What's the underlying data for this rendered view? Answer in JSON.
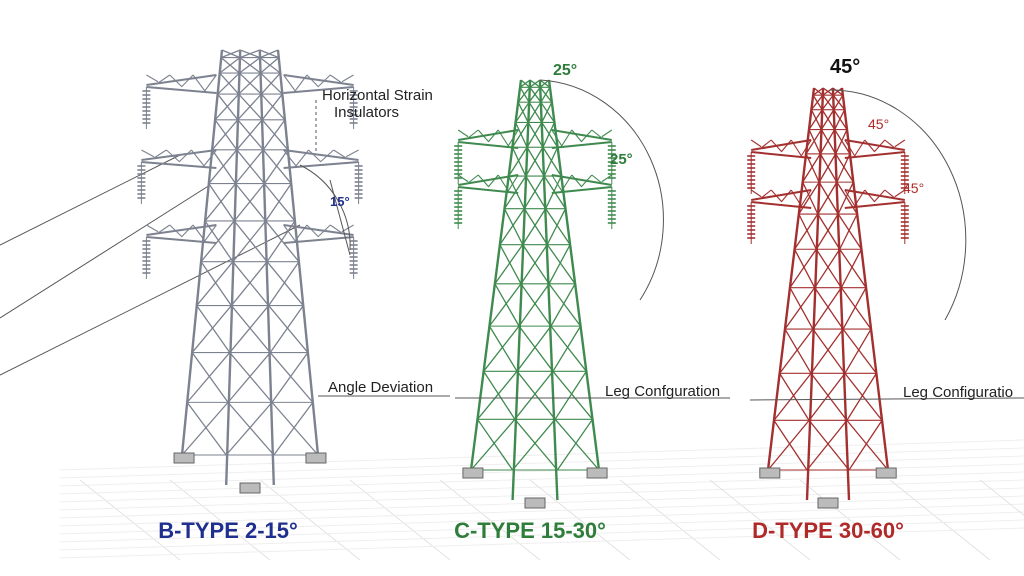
{
  "towers": [
    {
      "title": "B-TYPE 2-15°",
      "color": "#1f2f8f",
      "tower_color": "#7c8290",
      "angle_label": "15°",
      "callouts": [
        "Horizontal Strain",
        "Insulators",
        "Angle Deviation"
      ]
    },
    {
      "title": "C-TYPE 15-30°",
      "color": "#2e7d3a",
      "tower_color": "#3f8a4e",
      "angle_top": "25°",
      "angle_arm": "25°",
      "callout": "Leg Confguration"
    },
    {
      "title": "D-TYPE 30-60°",
      "color": "#b02a2a",
      "tower_color": "#a3302f",
      "angle_top": "45°",
      "angle_arm_1": "45°",
      "angle_arm_2": "45°",
      "callout": "Leg Configuratio"
    }
  ]
}
